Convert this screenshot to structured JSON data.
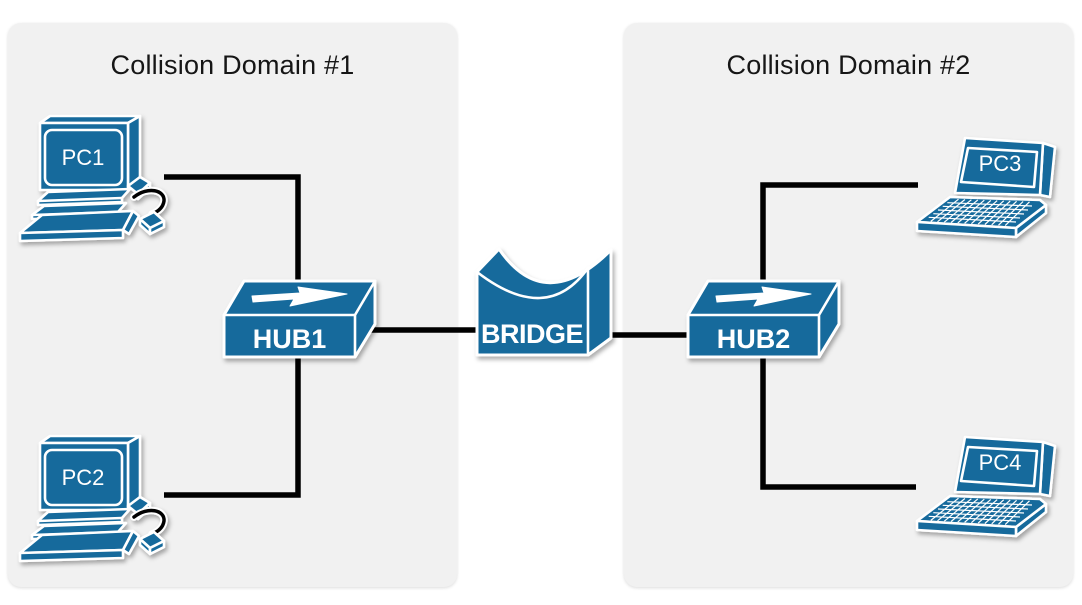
{
  "domains": [
    {
      "label": "Collision Domain #1",
      "members": [
        "PC1",
        "PC2",
        "HUB1"
      ]
    },
    {
      "label": "Collision Domain #2",
      "members": [
        "PC3",
        "PC4",
        "HUB2"
      ]
    }
  ],
  "nodes": {
    "pc1": {
      "label": "PC1",
      "type": "desktop-computer"
    },
    "pc2": {
      "label": "PC2",
      "type": "desktop-computer"
    },
    "pc3": {
      "label": "PC3",
      "type": "laptop"
    },
    "pc4": {
      "label": "PC4",
      "type": "laptop"
    },
    "hub1": {
      "label": "HUB1",
      "type": "hub"
    },
    "hub2": {
      "label": "HUB2",
      "type": "hub"
    },
    "bridge": {
      "label": "BRIDGE",
      "type": "bridge"
    }
  },
  "connections": [
    {
      "from": "PC1",
      "to": "HUB1"
    },
    {
      "from": "PC2",
      "to": "HUB1"
    },
    {
      "from": "HUB1",
      "to": "BRIDGE"
    },
    {
      "from": "BRIDGE",
      "to": "HUB2"
    },
    {
      "from": "PC3",
      "to": "HUB2"
    },
    {
      "from": "HUB2",
      "to": "PC4"
    }
  ],
  "colors": {
    "node_fill": "#166a9c",
    "node_outline": "#ffffff",
    "link_line": "#000000",
    "panel_background": "#f1f1f1",
    "title_text": "#161616",
    "canvas_background": "#ffffff"
  }
}
